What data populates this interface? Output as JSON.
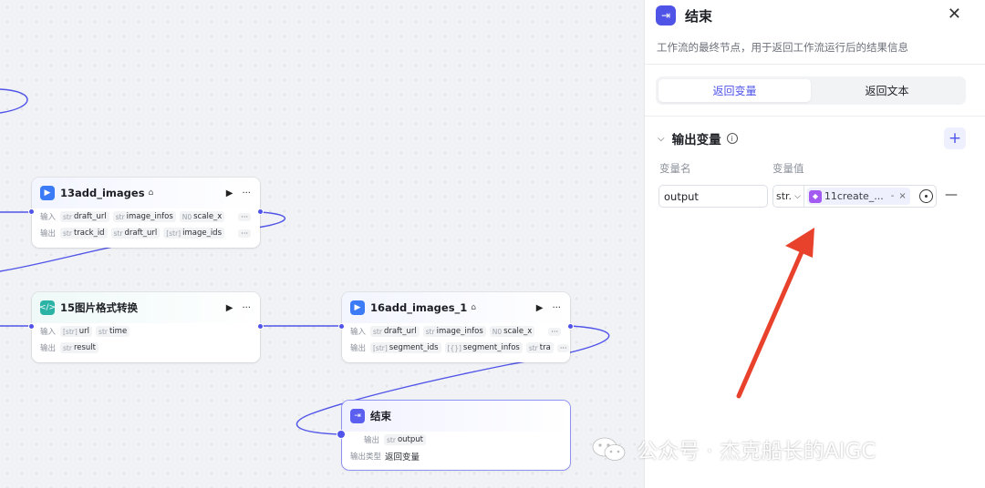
{
  "nodes": {
    "n13": {
      "title": "13add_images",
      "badge_icon": "chip-icon",
      "in_label": "输入",
      "out_label": "输出",
      "inputs": [
        {
          "type": "str",
          "name": "draft_url"
        },
        {
          "type": "str",
          "name": "image_infos"
        },
        {
          "type": "N0",
          "name": "scale_x"
        }
      ],
      "outputs": [
        {
          "type": "str",
          "name": "track_id"
        },
        {
          "type": "str",
          "name": "draft_url"
        },
        {
          "type": "[str]",
          "name": "image_ids"
        }
      ],
      "more": "···"
    },
    "n15": {
      "title": "15图片格式转换",
      "in_label": "输入",
      "out_label": "输出",
      "inputs": [
        {
          "type": "[str]",
          "name": "url"
        },
        {
          "type": "str",
          "name": "time"
        }
      ],
      "outputs": [
        {
          "type": "str",
          "name": "result"
        }
      ]
    },
    "n16": {
      "title": "16add_images_1",
      "badge_icon": "chip-icon",
      "in_label": "输入",
      "out_label": "输出",
      "inputs": [
        {
          "type": "str",
          "name": "draft_url"
        },
        {
          "type": "str",
          "name": "image_infos"
        },
        {
          "type": "N0",
          "name": "scale_x"
        }
      ],
      "outputs": [
        {
          "type": "[str]",
          "name": "segment_ids"
        },
        {
          "type": "[{}]",
          "name": "segment_infos"
        },
        {
          "type": "str",
          "name": "tra"
        }
      ],
      "more": "···"
    },
    "end": {
      "title": "结束",
      "out_label": "输出",
      "output": {
        "type": "str",
        "name": "output"
      },
      "out_type_label": "输出类型",
      "out_type_value": "返回变量"
    }
  },
  "panel": {
    "title": "结束",
    "description": "工作流的最终节点，用于返回工作流运行后的结果信息",
    "tabs": [
      {
        "label": "返回变量",
        "active": true
      },
      {
        "label": "返回文本",
        "active": false
      }
    ],
    "section_title": "输出变量",
    "col_name": "变量名",
    "col_value": "变量值",
    "var_name": "output",
    "var_type": "str.",
    "ref_label": "11create_...",
    "ref_dash": "-",
    "ref_close": "×"
  },
  "watermark": {
    "text": "公众号 · 杰克船长的AIGC"
  },
  "colors": {
    "accent": "#4d53e8",
    "wire": "#5054e8",
    "annotation_arrow": "#e8412c"
  }
}
